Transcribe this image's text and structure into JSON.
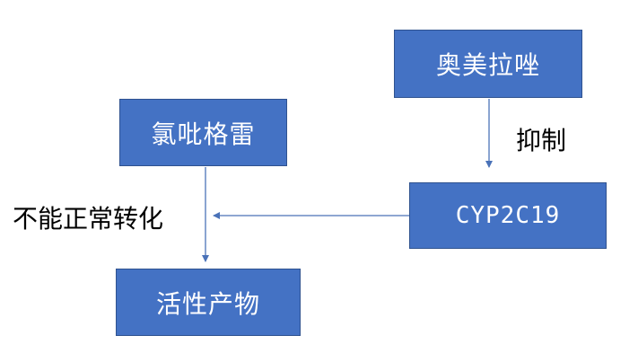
{
  "nodes": {
    "omeprazole": "奥美拉唑",
    "clopidogrel": "氯吡格雷",
    "cyp": "CYP2C19",
    "active_product": "活性产物"
  },
  "edge_labels": {
    "inhibit": "抑制",
    "no_conversion": "不能正常转化"
  },
  "colors": {
    "box_fill": "#4472c4",
    "box_border": "#2f528f",
    "arrow": "#4a72b8"
  }
}
